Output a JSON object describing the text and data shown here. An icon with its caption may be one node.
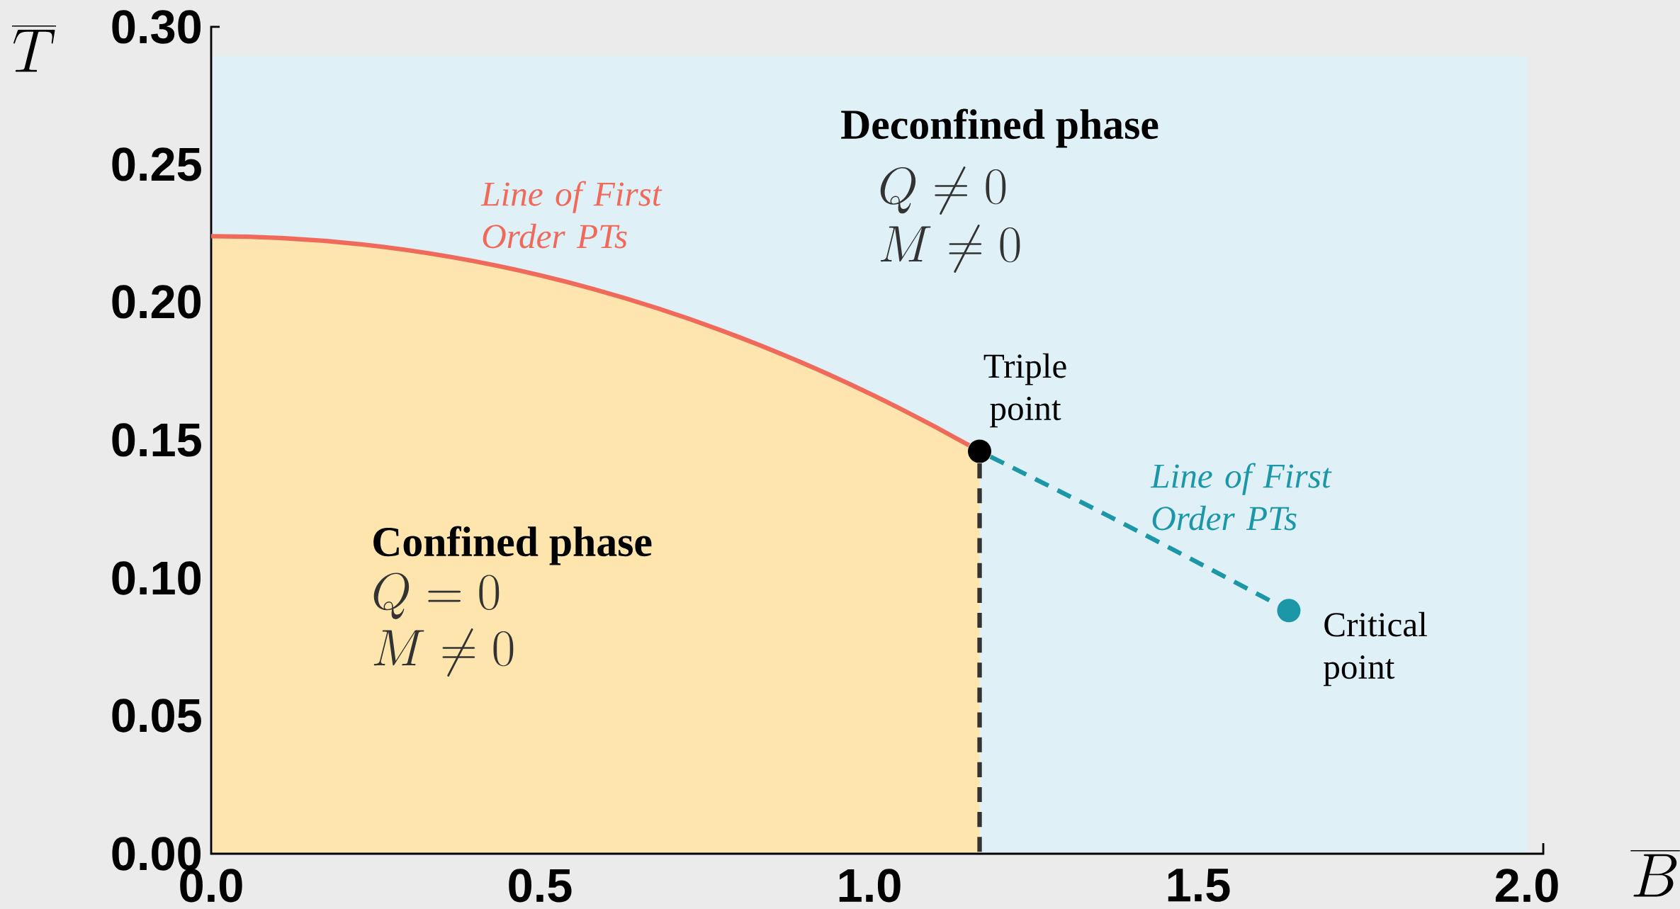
{
  "diagram": {
    "nodes": [
      {
        "text": [],
        "shape": "circle",
        "beside": [
          "Triple point"
        ]
      },
      {
        "text": [],
        "shape": "circle",
        "beside": [
          "Critical point"
        ]
      }
    ],
    "edges": [
      {
        "from": null,
        "to": 0,
        "arrow": "none",
        "label": "Line of First Order PTs",
        "color": "#ef6a5b"
      },
      {
        "from": 0,
        "to": 1,
        "arrow": "none",
        "label": "Line of First Order PTs",
        "color": "#1b97a8",
        "style": "dashed"
      },
      {
        "from": 0,
        "to": null,
        "arrow": "none",
        "color": "#333333",
        "style": "dashed"
      }
    ],
    "labels": [
      "Deconfined phase",
      "Q \\neq 0",
      "M \\neq 0",
      "Confined phase",
      "Q = 0",
      "M \\neq 0",
      "0.30",
      "0.25",
      "0.20",
      "0.15",
      "0.10",
      "0.05",
      "0.00",
      "0.0",
      "0.5",
      "1.0",
      "1.5",
      "2.0",
      "\\overline{T}",
      "\\overline{B}"
    ]
  }
}
